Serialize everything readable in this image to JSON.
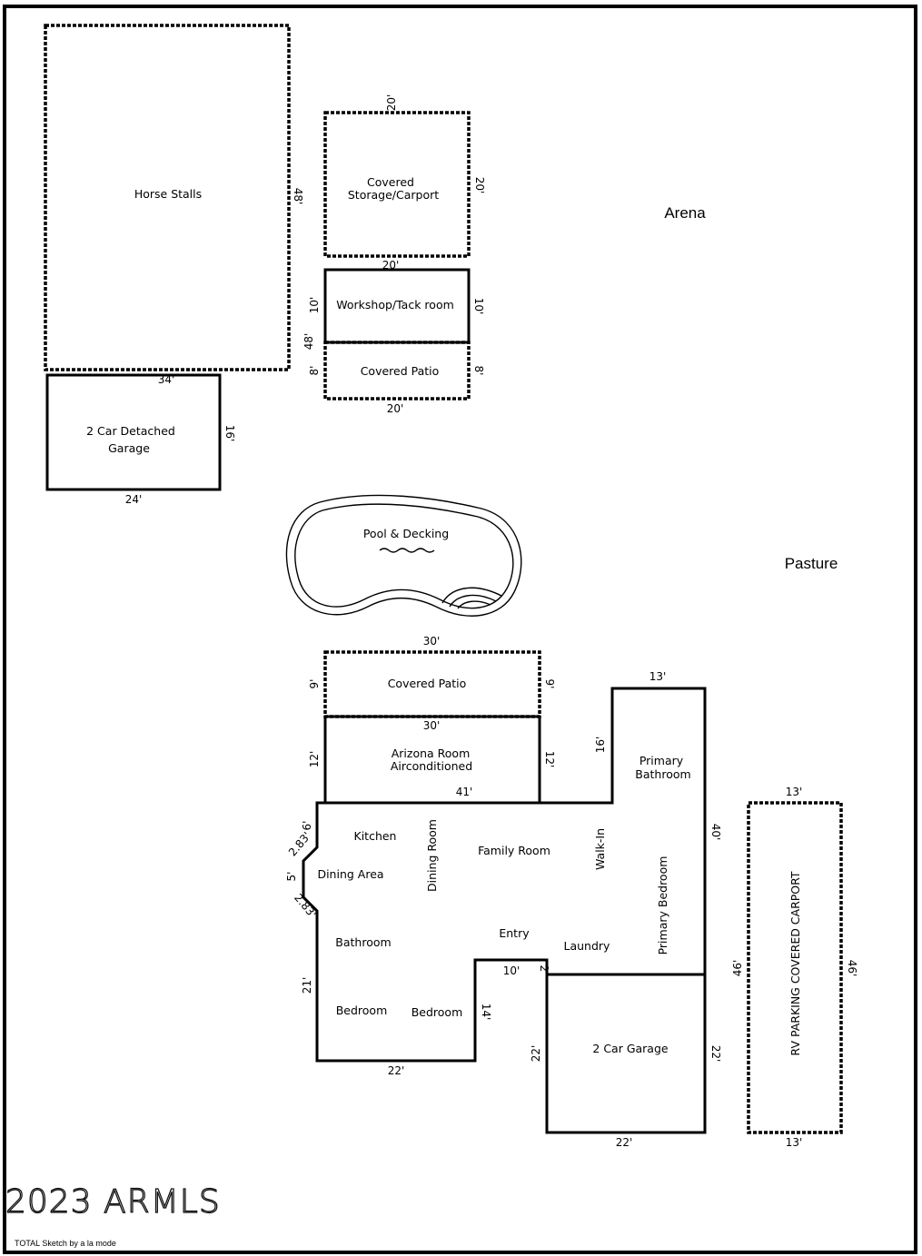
{
  "labels": {
    "horse_stalls": "Horse Stalls",
    "covered_storage_1": "Covered",
    "covered_storage_2": "Storage/Carport",
    "arena": "Arena",
    "workshop": "Workshop/Tack room",
    "covered_patio_top": "Covered Patio",
    "detached_garage_1": "2 Car Detached",
    "detached_garage_2": "Garage",
    "pool": "Pool & Decking",
    "pasture": "Pasture",
    "covered_patio_house": "Covered Patio",
    "arizona_room_1": "Arizona Room",
    "arizona_room_2": "Airconditioned",
    "primary_bathroom_1": "Primary",
    "primary_bathroom_2": "Bathroom",
    "kitchen": "Kitchen",
    "dining_room": "Dining Room",
    "family_room": "Family Room",
    "walk_in": "Walk-In",
    "dining_area": "Dining Area",
    "primary_bedroom": "Primary Bedroom",
    "entry": "Entry",
    "laundry": "Laundry",
    "bathroom": "Bathroom",
    "bedroom_1": "Bedroom",
    "bedroom_2": "Bedroom",
    "garage": "2 Car Garage",
    "rv_carport": "RV PARKING COVERED CARPORT"
  },
  "dims": {
    "stalls_right": "48'",
    "stalls_bottom": "34'",
    "stalls_left_lower": "48'",
    "storage_top": "20'",
    "storage_right": "20'",
    "storage_bottom": "20'",
    "workshop_left": "10'",
    "workshop_right": "10'",
    "patio_left": "8'",
    "patio_right": "8'",
    "patio_bottom": "20'",
    "garage_det_right": "16'",
    "garage_det_bottom": "24'",
    "house_patio_top": "30'",
    "house_patio_left": "9'",
    "house_patio_right": "9'",
    "az_top": "30'",
    "az_left": "12'",
    "az_right": "12'",
    "house_top": "41'",
    "bath_top": "13'",
    "bath_left": "16'",
    "house_right": "40'",
    "rv_top": "13'",
    "rv_left": "46'",
    "rv_right": "46'",
    "rv_bottom": "13'",
    "house_left_top": "6'",
    "angle_upper": "2.83'",
    "house_left_mid": "5'",
    "angle_lower": "2.83'",
    "house_left_lower": "21'",
    "notch_top": "10'",
    "notch_right": "2'",
    "bedroom_right": "14'",
    "house_bottom": "22'",
    "garage_left": "22'",
    "garage_right": "22'",
    "garage_bottom": "22'"
  },
  "watermark": "2023 ARMLS",
  "credit": "TOTAL Sketch by a la mode"
}
